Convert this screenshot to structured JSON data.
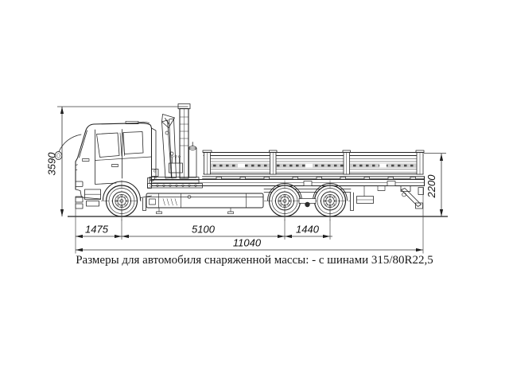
{
  "drawing": {
    "caption": "Размеры для автомобиля снаряженной массы: - с шинами 315/80R22,5",
    "dimensions": {
      "overall_height_mm": "3590",
      "platform_height_mm": "2200",
      "front_overhang_mm": "1475",
      "wheelbase_mm": "5100",
      "rear_bogie_base_mm": "1440",
      "overall_length_mm": "11040"
    },
    "colors": {
      "line": "#222222",
      "background": "#ffffff"
    }
  }
}
